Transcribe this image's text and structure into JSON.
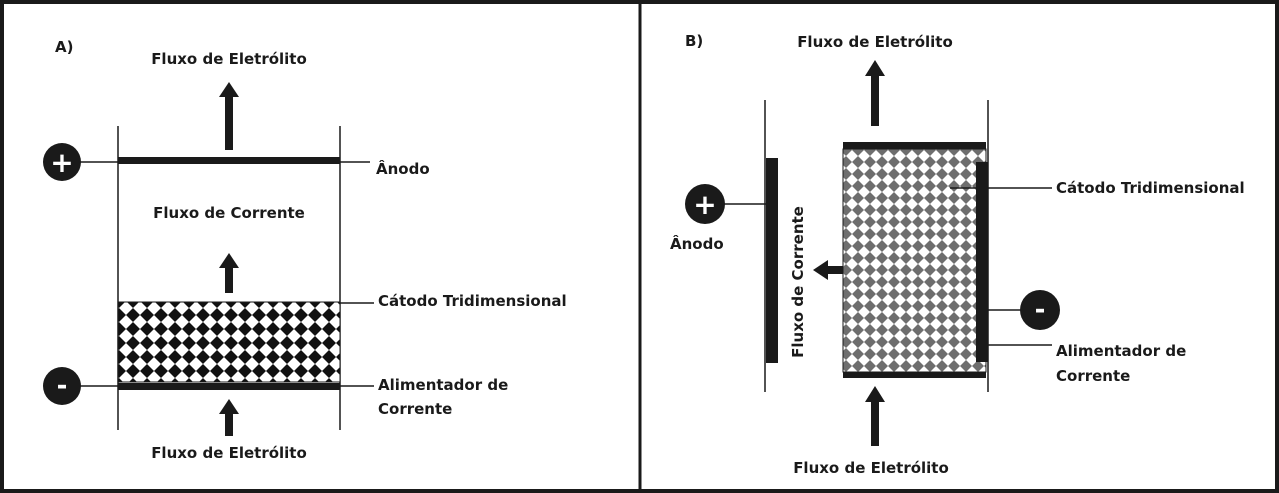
{
  "panel_a": {
    "letter": "A)",
    "top_flow": "Fluxo de Eletrólito",
    "bottom_flow": "Fluxo de Eletrólito",
    "current_flow": "Fluxo de Corrente",
    "anode": "Ânodo",
    "cathode": "Cátodo Tridimensional",
    "feeder_line1": "Alimentador de",
    "feeder_line2": "Corrente",
    "plus_sign": "+",
    "minus_sign": "-"
  },
  "panel_b": {
    "letter": "B)",
    "top_flow": "Fluxo de Eletrólito",
    "bottom_flow": "Fluxo de Eletrólito",
    "current_flow": "Fluxo de Corrente",
    "anode": "Ânodo",
    "cathode": "Cátodo Tridimensional",
    "feeder_line1": "Alimentador de",
    "feeder_line2": "Corrente",
    "plus_sign": "+",
    "minus_sign": "-"
  },
  "colors": {
    "ink": "#1a1a1a",
    "checker_light": "#ffffff",
    "checker_dark_a": "#111111",
    "checker_dark_b": "#6e6e6e"
  }
}
